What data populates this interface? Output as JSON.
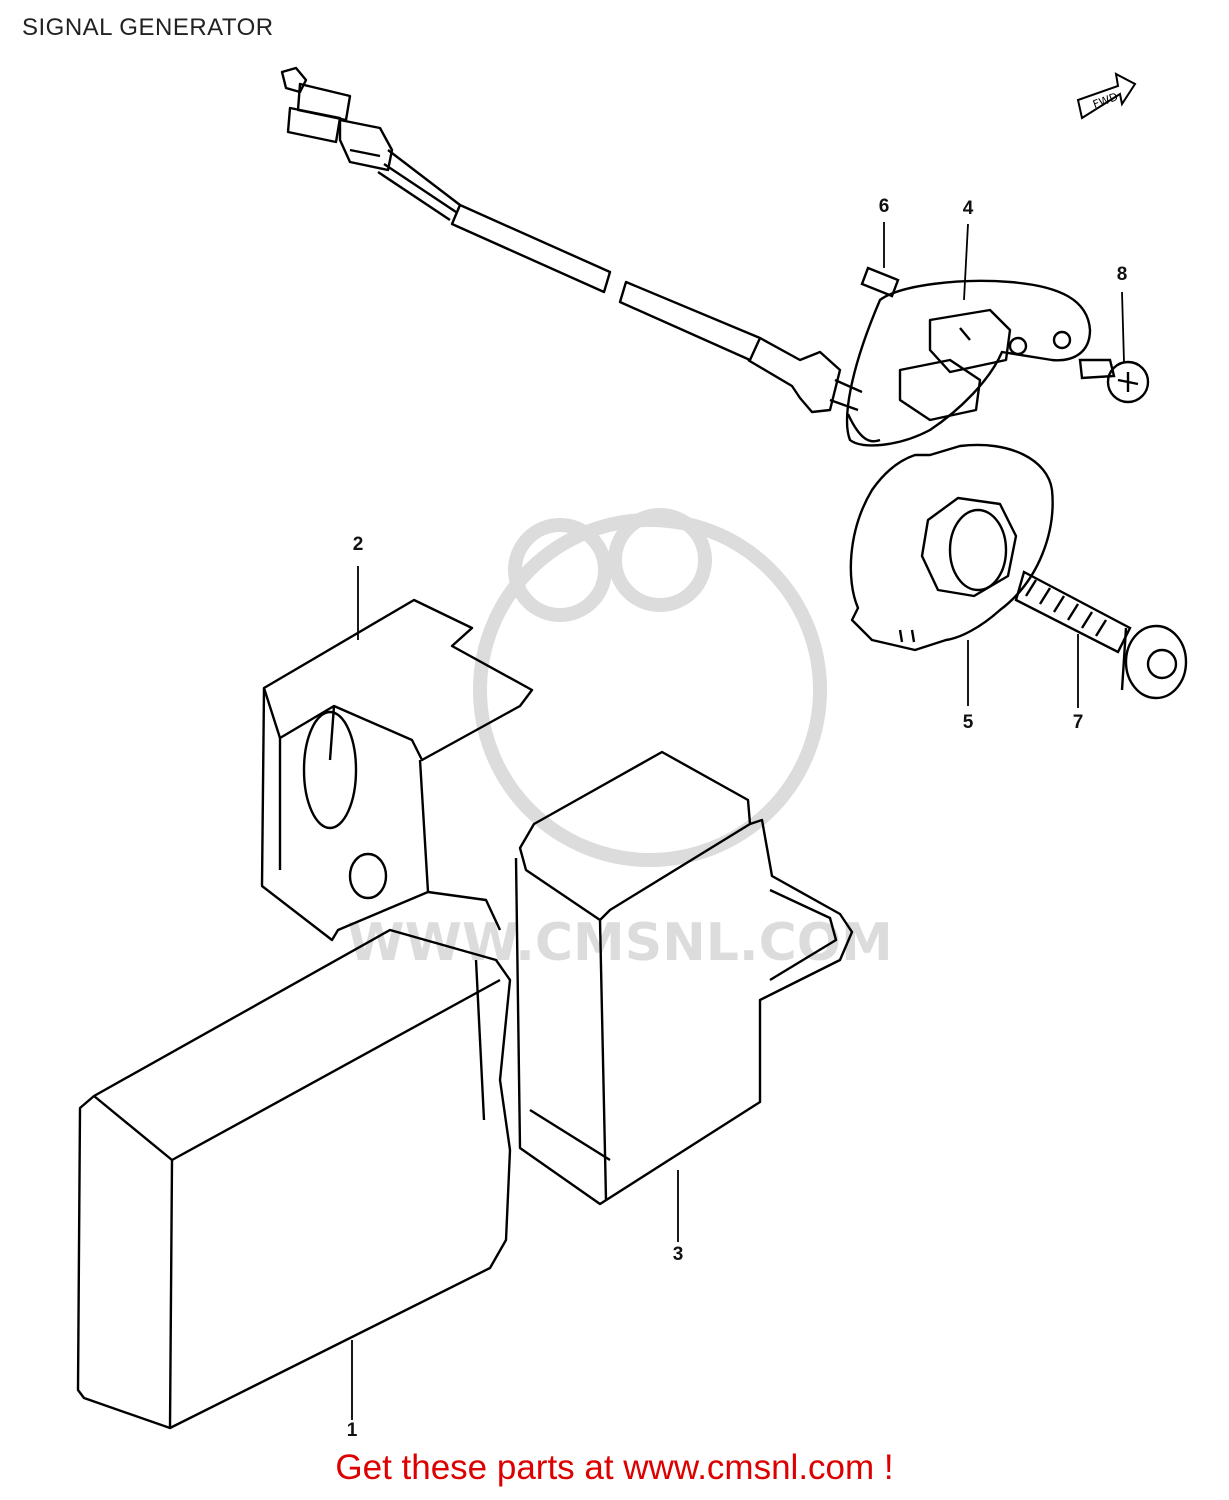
{
  "title": "SIGNAL GENERATOR",
  "watermark": "WWW.CMSNL.COM",
  "direction_mark": "FWD",
  "callouts": [
    {
      "id": "1",
      "label": "1"
    },
    {
      "id": "2",
      "label": "2"
    },
    {
      "id": "3",
      "label": "3"
    },
    {
      "id": "4",
      "label": "4"
    },
    {
      "id": "5",
      "label": "5"
    },
    {
      "id": "6",
      "label": "6"
    },
    {
      "id": "7",
      "label": "7"
    },
    {
      "id": "8",
      "label": "8"
    }
  ],
  "footer": "Get these parts at www.cmsnl.com !",
  "colors": {
    "line": "#000000",
    "footer": "#dd0000",
    "watermark": "#d9d9d9"
  }
}
